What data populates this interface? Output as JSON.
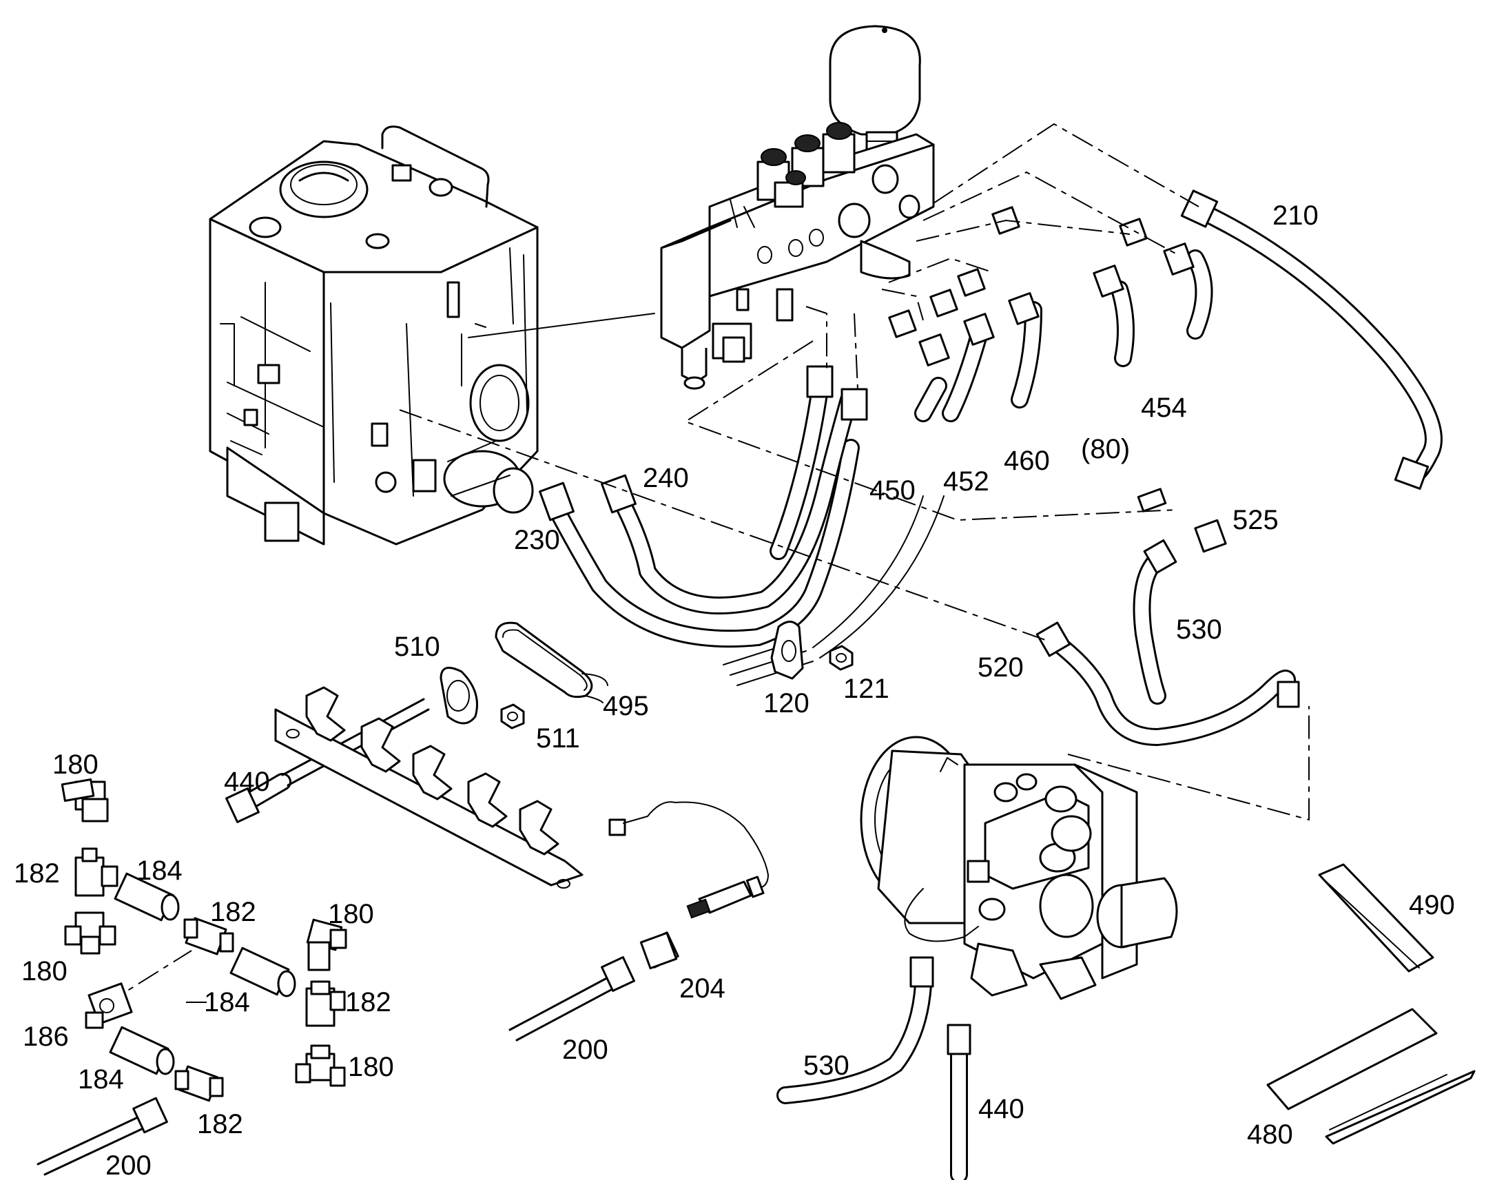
{
  "labels": {
    "p210": "210",
    "p454": "454",
    "p80": "(80)",
    "p460": "460",
    "p452": "452",
    "p450": "450",
    "p240": "240",
    "p230": "230",
    "p525": "525",
    "p530a": "530",
    "p520": "520",
    "p121": "121",
    "p120": "120",
    "p495": "495",
    "p510": "510",
    "p511": "511",
    "p440a": "440",
    "p180a": "180",
    "p182a": "182",
    "p184a": "184",
    "p180b": "180",
    "p182b": "182",
    "p180c": "180",
    "p184b": "184",
    "p182c": "182",
    "p186": "186",
    "p184c": "184",
    "p180d": "180",
    "p182d": "182",
    "p200a": "200",
    "p204": "204",
    "p200b": "200",
    "p530b": "530",
    "p440b": "440",
    "p490": "490",
    "p480": "480"
  }
}
